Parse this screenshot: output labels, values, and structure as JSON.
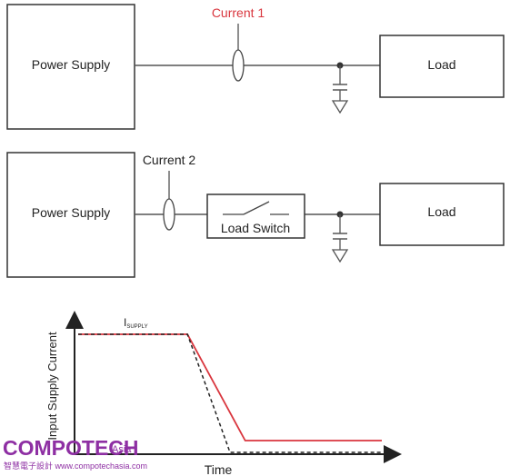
{
  "circuit_top": {
    "power_supply_label": "Power Supply",
    "current_label": "Current 1",
    "load_label": "Load"
  },
  "circuit_bottom": {
    "power_supply_label": "Power Supply",
    "current_label": "Current 2",
    "switch_label": "Load Switch",
    "load_label": "Load"
  },
  "graph": {
    "ylabel": "Input Supply Current",
    "xlabel": "Time",
    "series_label_main": "I",
    "series_label_sub": "SUPPLY"
  },
  "watermark": {
    "brand": "COMPOTECH",
    "region": "Asia",
    "subtitle": "智慧電子設計 www.compotechasia.com"
  },
  "colors": {
    "red_trace": "#d9363e",
    "dashed_trace": "#222222",
    "lines": "#333333",
    "current_1_text": "#d9363e",
    "watermark": "#8e2fa3"
  },
  "chart_data": {
    "type": "line",
    "xlabel": "Time",
    "ylabel": "Input Supply Current",
    "series": [
      {
        "name": "",
        "style": "solid red",
        "x": [
          0,
          0.36,
          0.55,
          1.0
        ],
        "y": [
          1.0,
          1.0,
          0.1,
          0.1
        ]
      },
      {
        "name": "",
        "style": "dashed black",
        "x": [
          0,
          0.36,
          0.5,
          1.0
        ],
        "y": [
          1.0,
          1.0,
          0.0,
          0.0
        ]
      }
    ]
  }
}
